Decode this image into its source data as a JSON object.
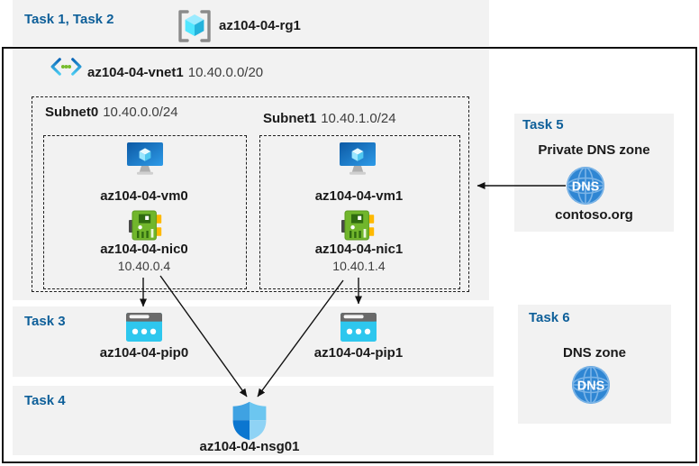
{
  "colors": {
    "accent": "#0E5F99",
    "panel": "#F2F2F2",
    "line": "#141414",
    "text": "#1A1A1A",
    "text_muted": "#3D3D3D"
  },
  "header": {
    "task_label": "Task 1, Task 2",
    "resource_group": "az104-04-rg1"
  },
  "vnet": {
    "name": "az104-04-vnet1",
    "cidr": "10.40.0.0/20",
    "subnets": [
      {
        "name": "Subnet0",
        "cidr": "10.40.0.0/24",
        "vm": "az104-04-vm0",
        "nic": "az104-04-nic0",
        "ip": "10.40.0.4"
      },
      {
        "name": "Subnet1",
        "cidr": "10.40.1.0/24",
        "vm": "az104-04-vm1",
        "nic": "az104-04-nic1",
        "ip": "10.40.1.4"
      }
    ]
  },
  "task3": {
    "label": "Task 3",
    "pip0": "az104-04-pip0",
    "pip1": "az104-04-pip1"
  },
  "task4": {
    "label": "Task 4",
    "nsg": "az104-04-nsg01"
  },
  "task5": {
    "label": "Task 5",
    "title": "Private DNS zone",
    "zone": "contoso.org",
    "dns_icon_text": "DNS"
  },
  "task6": {
    "label": "Task 6",
    "title": "DNS zone",
    "dns_icon_text": "DNS"
  },
  "icons": [
    "resource-group-icon",
    "vnet-icon",
    "vm-icon",
    "nic-icon",
    "public-ip-icon",
    "nsg-shield-icon",
    "dns-zone-icon"
  ],
  "connections": [
    {
      "from": "az104-04-nic0",
      "to": "az104-04-pip0"
    },
    {
      "from": "az104-04-nic1",
      "to": "az104-04-pip1"
    },
    {
      "from": "az104-04-nic0",
      "to": "az104-04-nsg01"
    },
    {
      "from": "az104-04-nic1",
      "to": "az104-04-nsg01"
    },
    {
      "from": "contoso.org",
      "to": "az104-04-vnet1"
    }
  ]
}
